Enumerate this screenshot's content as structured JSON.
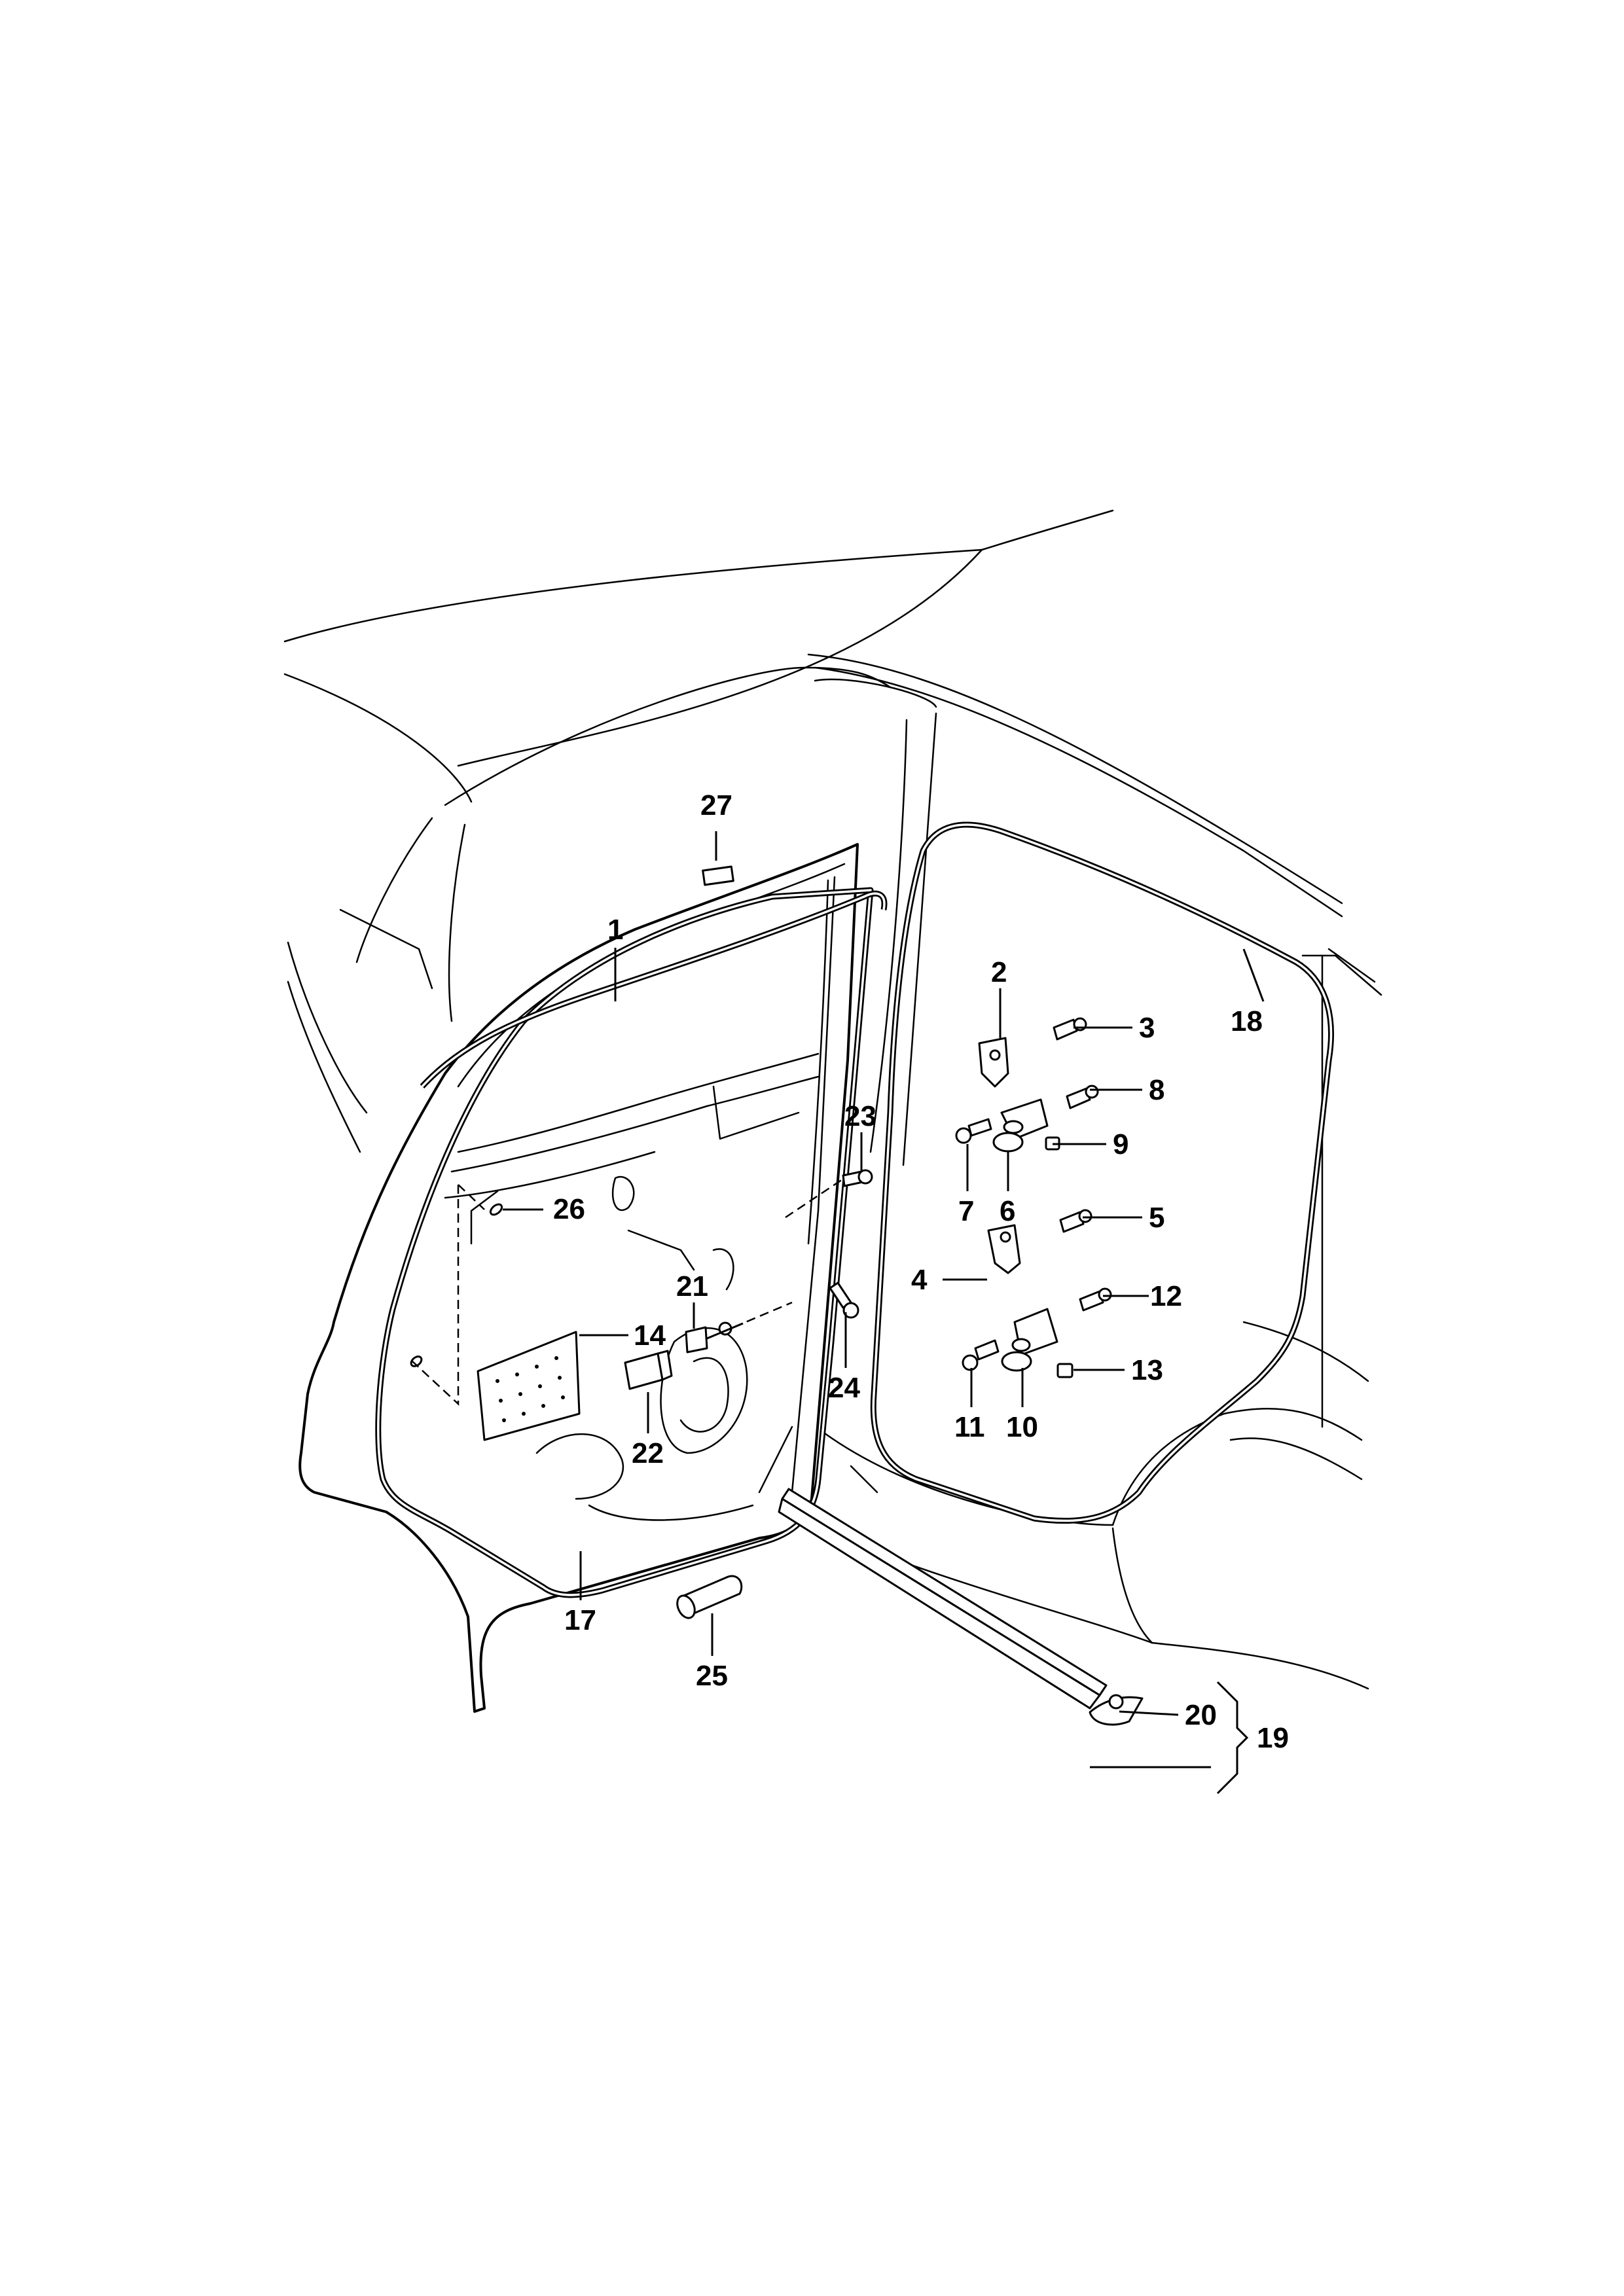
{
  "callouts": [
    {
      "id": "c1",
      "label": "1"
    },
    {
      "id": "c2",
      "label": "2"
    },
    {
      "id": "c3",
      "label": "3"
    },
    {
      "id": "c4",
      "label": "4"
    },
    {
      "id": "c5",
      "label": "5"
    },
    {
      "id": "c6",
      "label": "6"
    },
    {
      "id": "c7",
      "label": "7"
    },
    {
      "id": "c8",
      "label": "8"
    },
    {
      "id": "c9",
      "label": "9"
    },
    {
      "id": "c10",
      "label": "10"
    },
    {
      "id": "c11",
      "label": "11"
    },
    {
      "id": "c12",
      "label": "12"
    },
    {
      "id": "c13",
      "label": "13"
    },
    {
      "id": "c14",
      "label": "14"
    },
    {
      "id": "c17",
      "label": "17"
    },
    {
      "id": "c18",
      "label": "18"
    },
    {
      "id": "c19",
      "label": "19"
    },
    {
      "id": "c20",
      "label": "20"
    },
    {
      "id": "c21",
      "label": "21"
    },
    {
      "id": "c22",
      "label": "22"
    },
    {
      "id": "c23",
      "label": "23"
    },
    {
      "id": "c24",
      "label": "24"
    },
    {
      "id": "c25",
      "label": "25"
    },
    {
      "id": "c26",
      "label": "26"
    },
    {
      "id": "c27",
      "label": "27"
    }
  ]
}
